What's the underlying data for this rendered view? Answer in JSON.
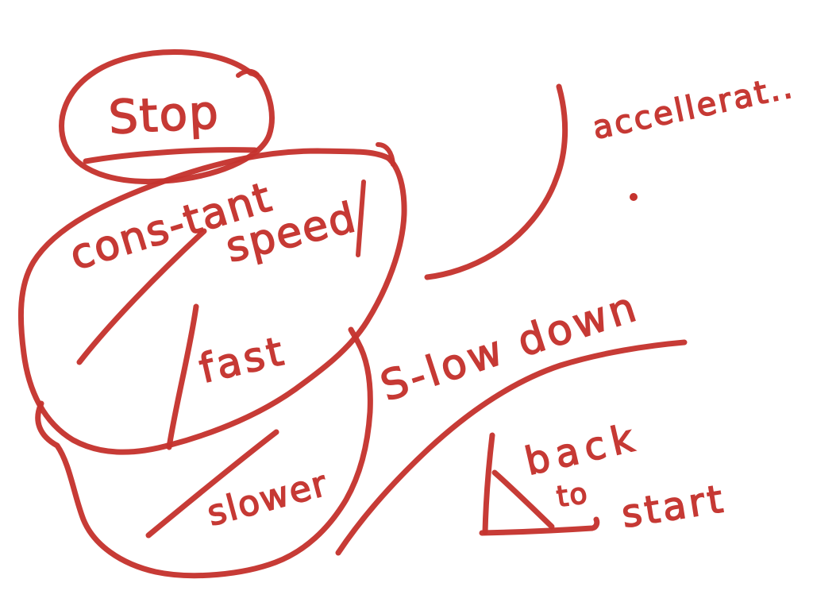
{
  "canvas": {
    "type": "whiteboard-sketch",
    "background_color": "#ffffff",
    "ink_color": "#c5332e",
    "labels": {
      "stop": "Stop",
      "constant": "cons-tant",
      "speed": "speed",
      "fast": "fast",
      "slower": "slower",
      "slow_down": "S-low down",
      "accelerate": "accellerat..",
      "back": "back",
      "to": "to",
      "start": "start"
    }
  }
}
